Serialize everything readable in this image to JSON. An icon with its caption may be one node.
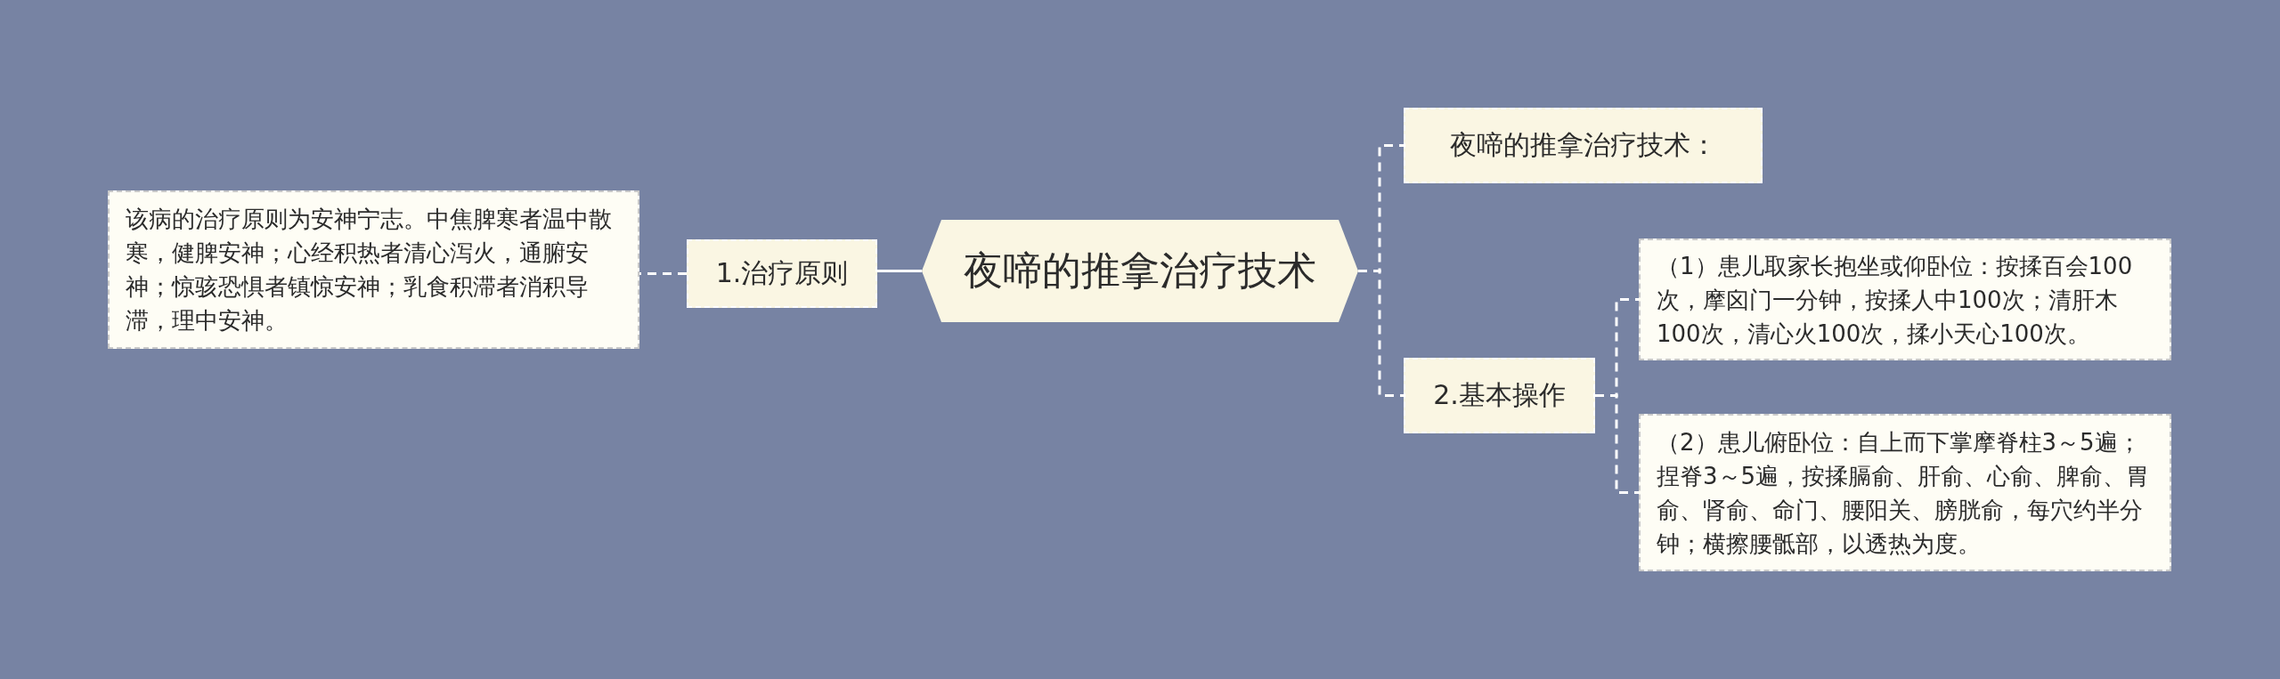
{
  "diagram": {
    "nodes": [
      {
        "text": [
          "夜啼的推拿治疗技术"
        ]
      },
      {
        "text": [
          "1.治疗原则"
        ]
      },
      {
        "text": [
          "该病的治疗原则为安神宁志。中焦脾寒者温中散寒，健脾安神；心经积热者清心泻火，通腑安神；惊骇恐惧者镇惊安神；乳食积滞者消积导滞，理中安神。"
        ]
      },
      {
        "text": [
          "夜啼的推拿治疗技术："
        ]
      },
      {
        "text": [
          "2.基本操作"
        ]
      },
      {
        "text": [
          "（1）患儿取家长抱坐或仰卧位：按揉百会100次，摩囟门一分钟，按揉人中100次；清肝木100次，清心火100次，揉小天心100次。"
        ]
      },
      {
        "text": [
          "（2）患儿俯卧位：自上而下掌摩脊柱3～5遍；捏脊3～5遍，按揉膈俞、肝俞、心俞、脾俞、胃俞、肾俞、命门、腰阳关、膀胱俞，每穴约半分钟；横擦腰骶部，以透热为度。"
        ]
      }
    ],
    "edges": [
      {
        "from": 0,
        "to": 1,
        "arrow": "none"
      },
      {
        "from": 1,
        "to": 2,
        "arrow": "none",
        "style": "dashed"
      },
      {
        "from": 0,
        "to": 3,
        "arrow": "none",
        "style": "dashed"
      },
      {
        "from": 0,
        "to": 4,
        "arrow": "none",
        "style": "dashed"
      },
      {
        "from": 4,
        "to": 5,
        "arrow": "none",
        "style": "dashed"
      },
      {
        "from": 4,
        "to": 6,
        "arrow": "none",
        "style": "dashed"
      }
    ]
  }
}
